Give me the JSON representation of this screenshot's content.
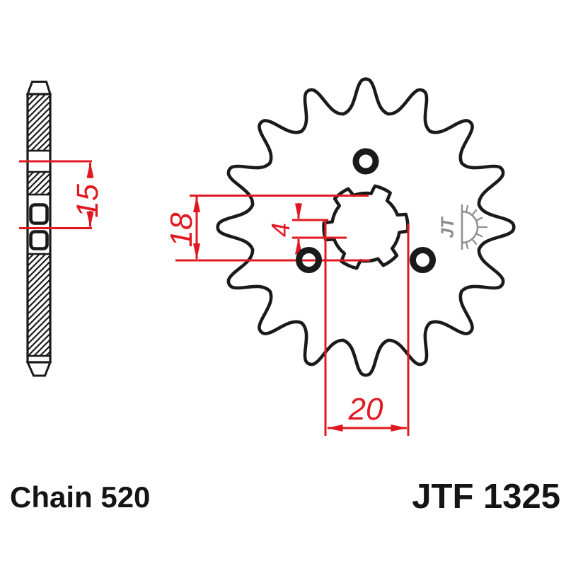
{
  "figure": {
    "type": "technical-drawing",
    "subject": "front-sprocket",
    "part_number": "JTF 1325",
    "chain_label": "Chain 520",
    "logo_text": "JT",
    "dimensions": {
      "hub_width": "15",
      "bore_diameter": "18",
      "spline_tab_width": "4",
      "spline_outer_diameter": "20"
    },
    "geometry": {
      "teeth": 16,
      "spline_tabs": 6,
      "bolt_holes": 3
    },
    "colors": {
      "dimension_red": "#e01820",
      "line_black": "#1a1a1a",
      "logo_gray": "#8d8d8d",
      "background": "#ffffff"
    }
  }
}
